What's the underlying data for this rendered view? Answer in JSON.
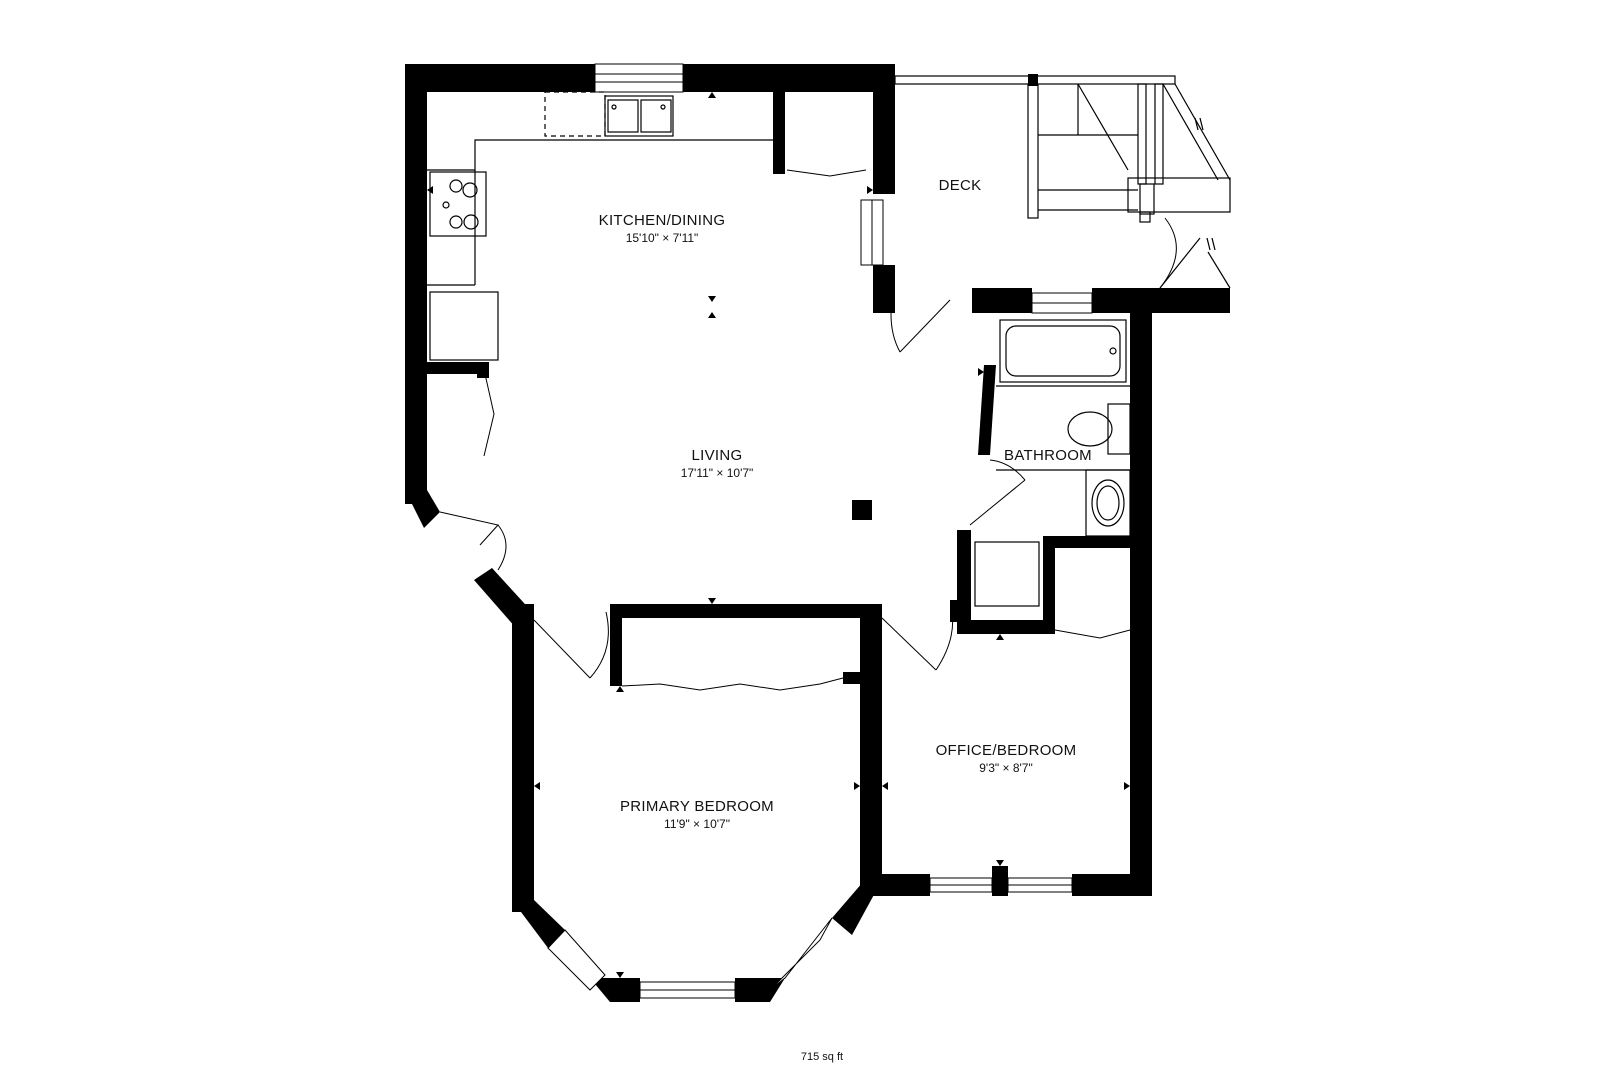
{
  "rooms": {
    "kitchen": {
      "name": "KITCHEN/DINING",
      "dims": "15'10\" × 7'11\""
    },
    "deck": {
      "name": "DECK"
    },
    "living": {
      "name": "LIVING",
      "dims": "17'11\" × 10'7\""
    },
    "bathroom": {
      "name": "BATHROOM"
    },
    "office": {
      "name": "OFFICE/BEDROOM",
      "dims": "9'3\" × 8'7\""
    },
    "primary": {
      "name": "PRIMARY BEDROOM",
      "dims": "11'9\" × 10'7\""
    }
  },
  "total_area": "715 sq ft"
}
